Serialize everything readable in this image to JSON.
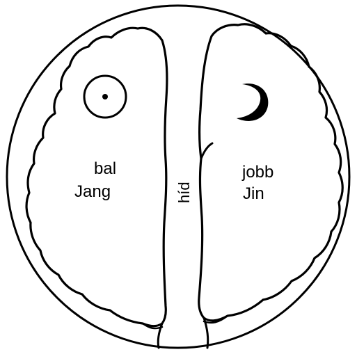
{
  "colors": {
    "ink": "#000000",
    "paper": "#ffffff"
  },
  "icons": {
    "left": "sun-icon",
    "right": "crescent-moon-icon"
  },
  "left_hemisphere": {
    "side_label": "bal",
    "principle_label": "Jang"
  },
  "right_hemisphere": {
    "side_label": "jobb",
    "principle_label": "Jin"
  },
  "bridge": {
    "label": "híd"
  }
}
